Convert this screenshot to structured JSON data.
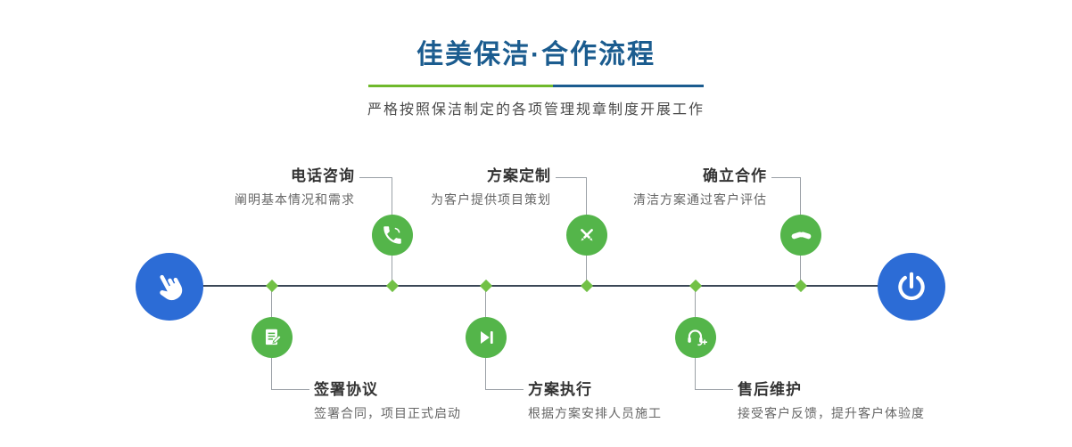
{
  "header": {
    "title": "佳美保洁·合作流程",
    "subtitle": "严格按照保洁制定的各项管理规章制度开展工作"
  },
  "flow": {
    "start_icon": "hand-pointer-icon",
    "end_icon": "power-icon",
    "steps_top": [
      {
        "title": "电话咨询",
        "desc": "阐明基本情况和需求",
        "icon": "phone-icon"
      },
      {
        "title": "方案定制",
        "desc": "为客户提供项目策划",
        "icon": "pencil-ruler-icon"
      },
      {
        "title": "确立合作",
        "desc": "清洁方案通过客户评估",
        "icon": "handshake-icon"
      }
    ],
    "steps_bottom": [
      {
        "title": "签署协议",
        "desc": "签署合同，项目正式启动",
        "icon": "contract-icon"
      },
      {
        "title": "方案执行",
        "desc": "根据方案安排人员施工",
        "icon": "play-icon"
      },
      {
        "title": "售后维护",
        "desc": "接受客户反馈，提升客户体验度",
        "icon": "headset-icon"
      }
    ]
  },
  "colors": {
    "title_blue": "#1b5c8f",
    "node_green": "#54b54a",
    "endpoint_blue": "#2c6cd6",
    "divider_green": "#6fb92c",
    "timeline_dark": "#3b4756",
    "connector_gray": "#9aa0a6"
  }
}
